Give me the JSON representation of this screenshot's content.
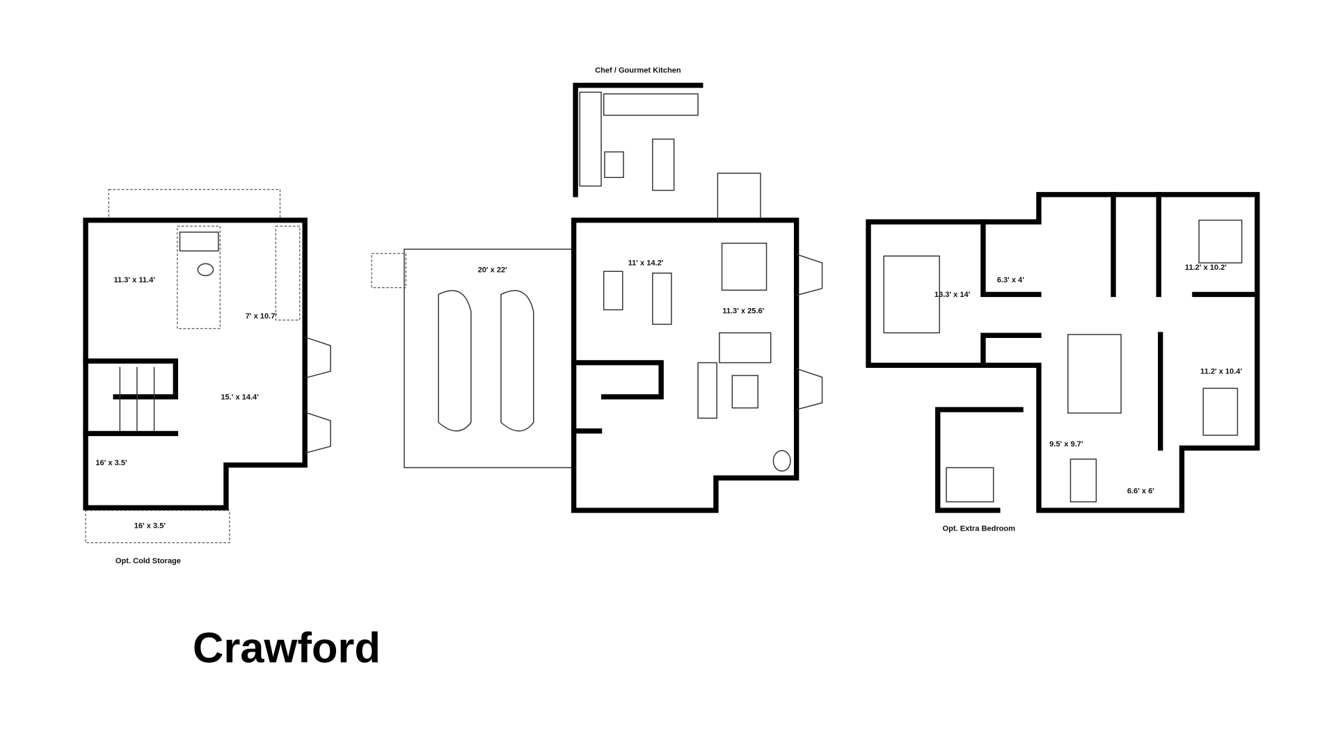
{
  "title": "Crawford",
  "basement": {
    "rooms": [
      "11.3' x 11.4'",
      "7' x 10.7'",
      "15.' x 14.4'",
      "16' x 3.5'"
    ],
    "cold_storage_size": "16' x 3.5'",
    "cold_storage_label": "Opt. Cold Storage"
  },
  "main_floor": {
    "kitchen_option_label": "Chef / Gourmet Kitchen",
    "garage": "20' x 22'",
    "kitchen": "11' x 14.2'",
    "great_room": "11.3' x 25.6'"
  },
  "upper_floor": {
    "primary_bedroom": "13.3' x 14'",
    "closet": "6.3' x 4'",
    "bedroom_2": "11.2' x 10.2'",
    "bedroom_3": "11.2' x 10.4'",
    "loft": "9.5' x 9.7'",
    "laundry": "6.6' x 6'",
    "extra_bedroom_label": "Opt. Extra Bedroom"
  }
}
